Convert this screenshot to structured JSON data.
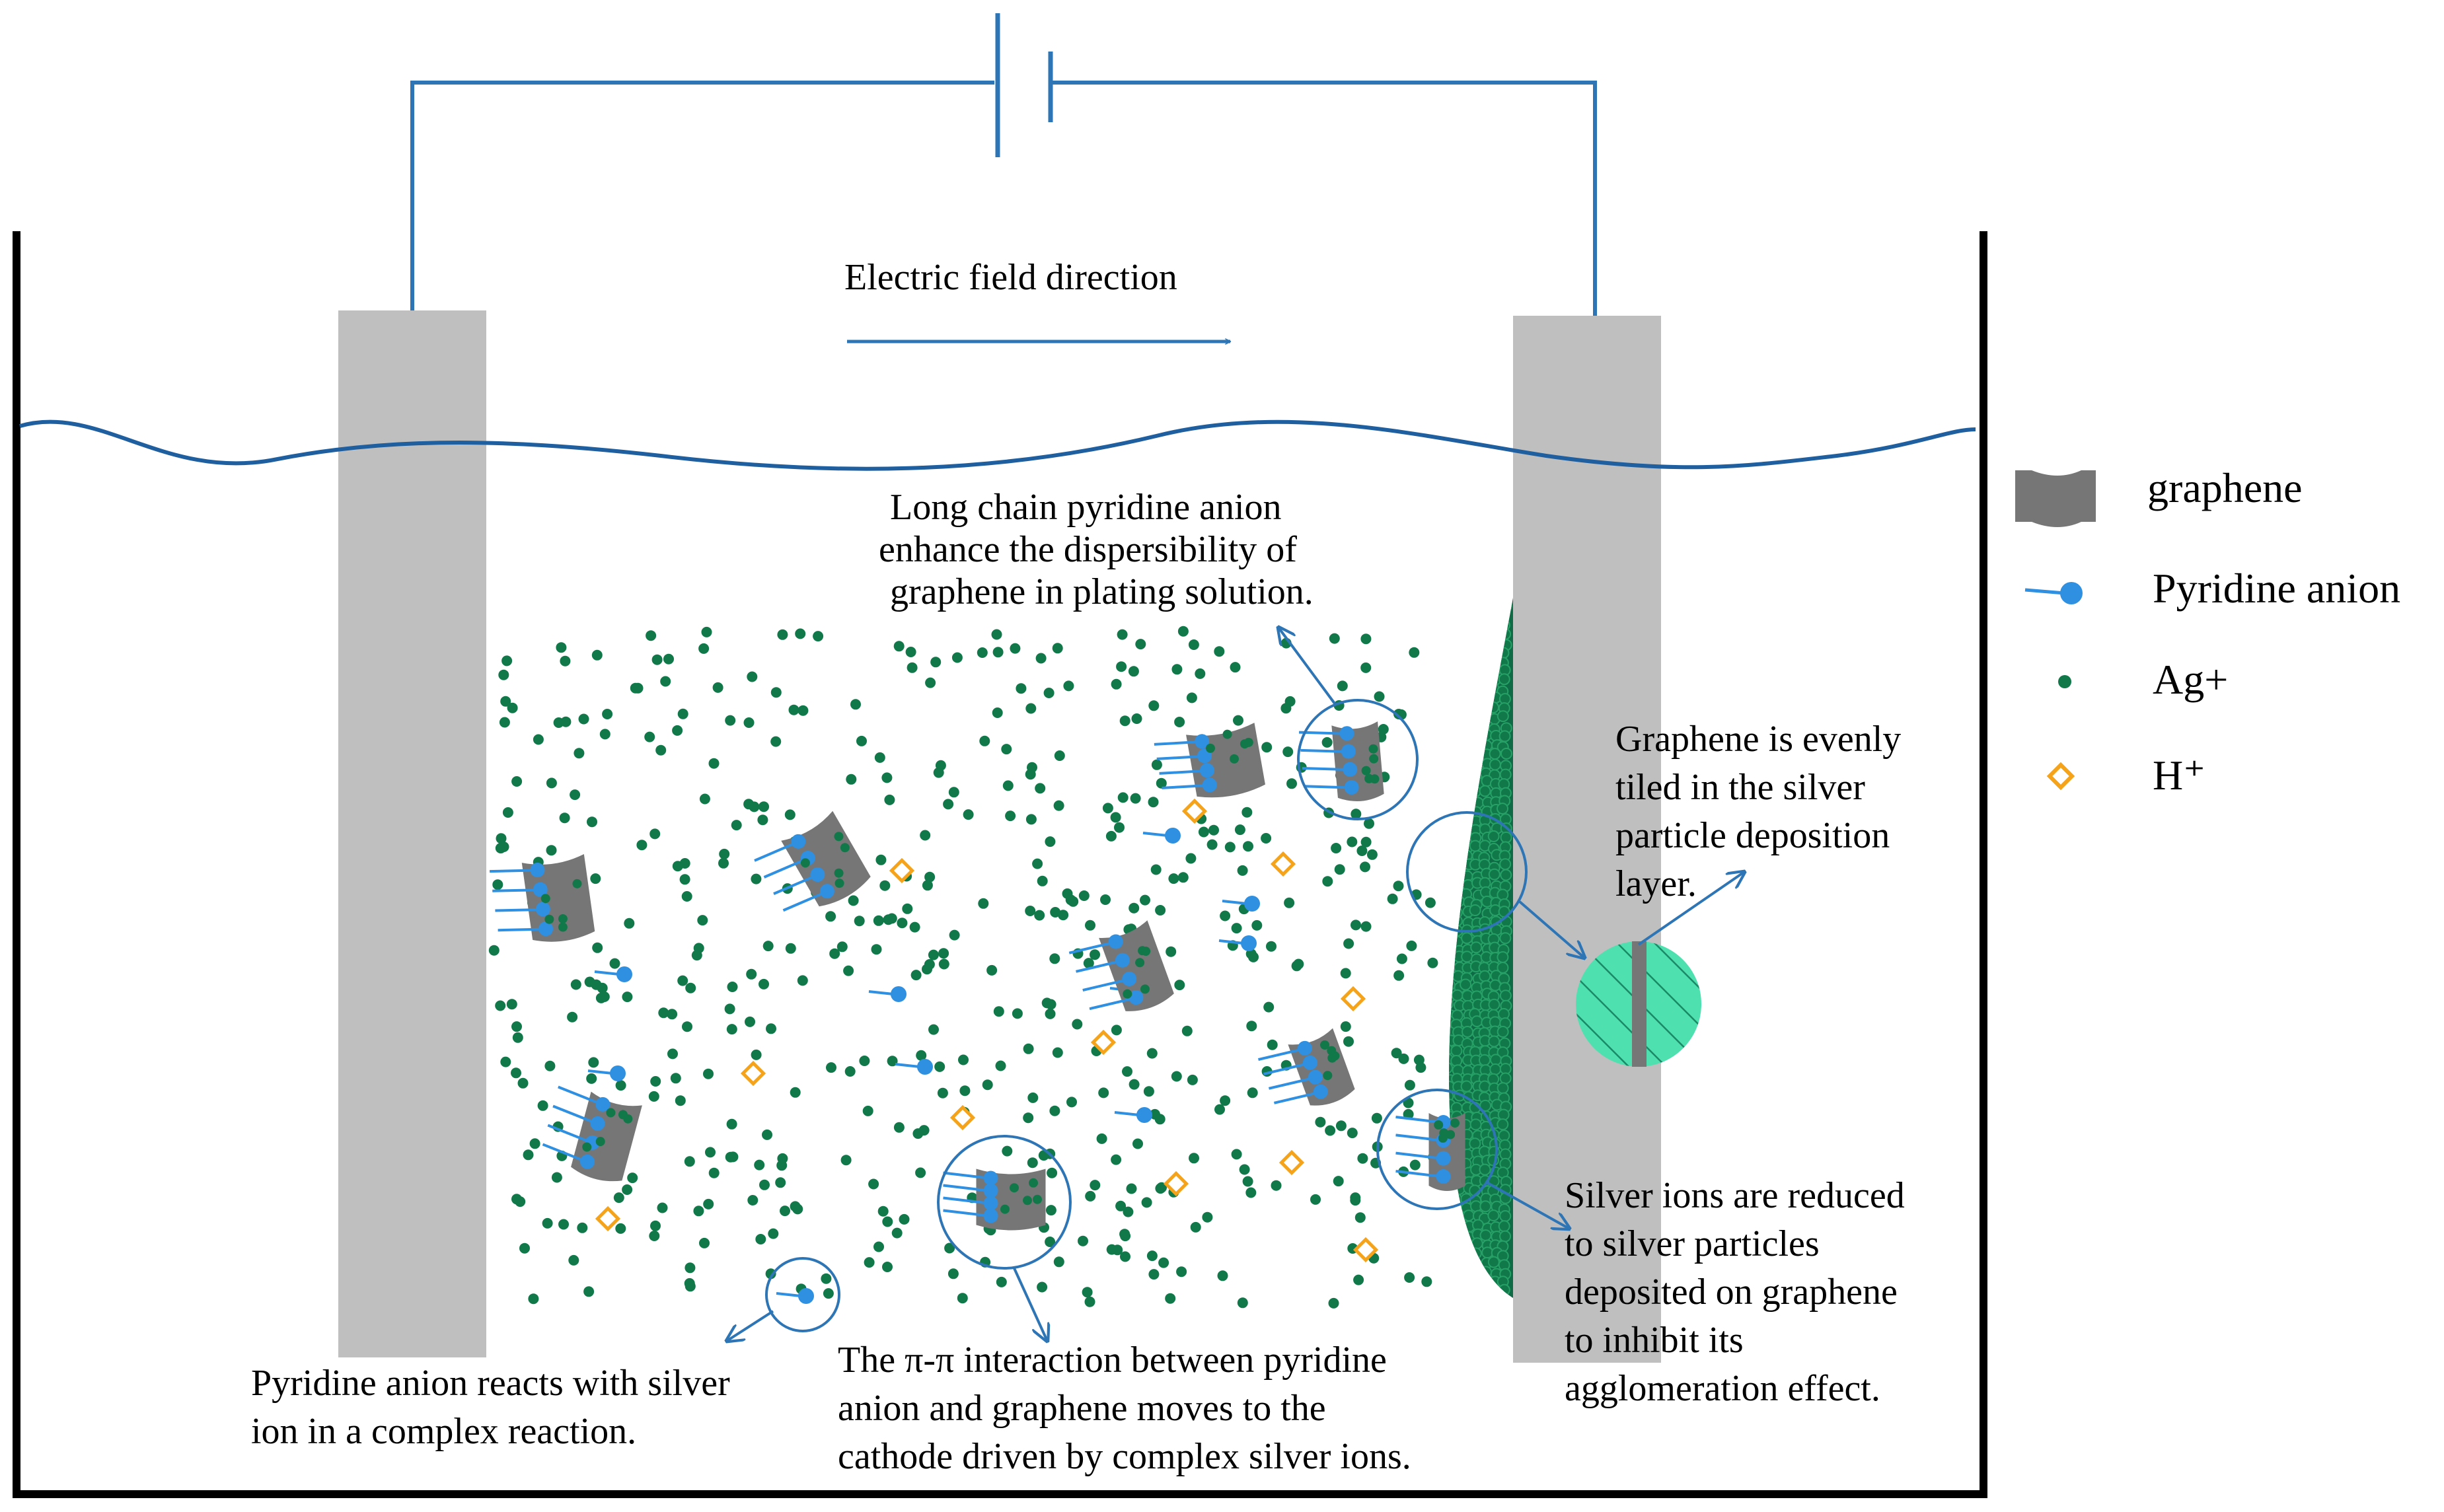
{
  "labels": {
    "field_direction": "Electric field direction",
    "dispersibility_lines": [
      "Long chain pyridine anion",
      "enhance the dispersibility of",
      "graphene in plating solution."
    ],
    "tiled_lines": [
      "Graphene is evenly",
      "tiled in the silver",
      "particle deposition",
      "layer."
    ],
    "reduced_lines": [
      "Silver ions are reduced",
      "to silver particles",
      "deposited on graphene",
      "to inhibit its",
      "agglomeration effect."
    ],
    "complex_lines": [
      "Pyridine anion reacts with silver",
      "ion in a complex reaction."
    ],
    "pi_lines": [
      "The π-π interaction between pyridine",
      "anion and graphene moves to the",
      "cathode driven by complex silver ions."
    ]
  },
  "legend": [
    {
      "key": "graphene",
      "label": "graphene"
    },
    {
      "key": "pyridine",
      "label": "Pyridine anion"
    },
    {
      "key": "ag",
      "label": "Ag+"
    },
    {
      "key": "h",
      "label": "H⁺"
    }
  ],
  "colors": {
    "wire": "#2e75b6",
    "electrode": "#bfbfbf",
    "graphene": "#767676",
    "ag": "#11784a",
    "pyridine": "#2f8fe0",
    "h_ion": "#f5a31a",
    "highlight": "#4fe0b0",
    "tank": "#000000"
  }
}
